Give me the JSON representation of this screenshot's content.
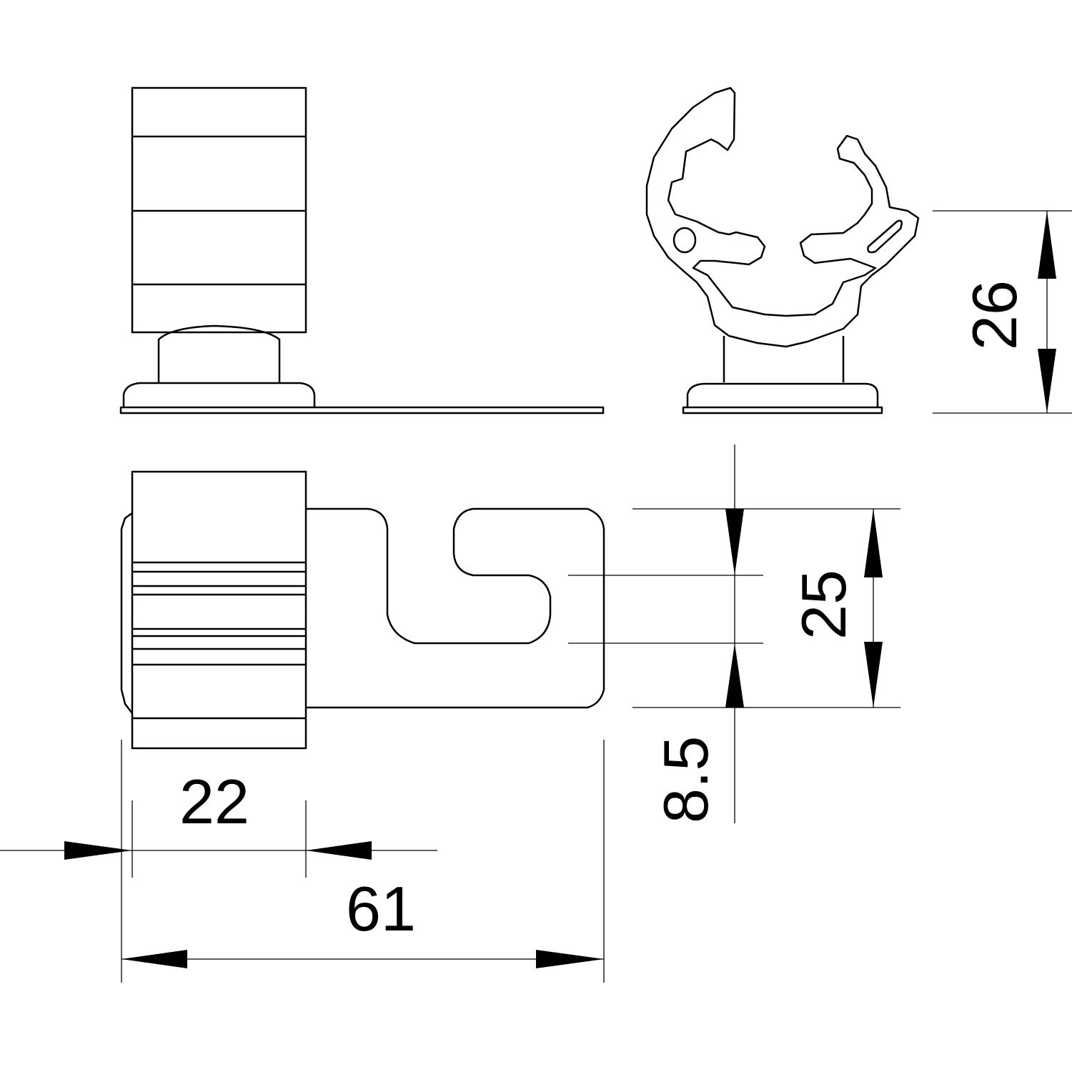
{
  "drawing": {
    "dimensions": {
      "height_side": "26",
      "slot_width": "25",
      "slot_offset": "8.5",
      "clip_width": "22",
      "total_length": "61"
    },
    "colors": {
      "line": "#000000",
      "background": "#ffffff"
    }
  }
}
